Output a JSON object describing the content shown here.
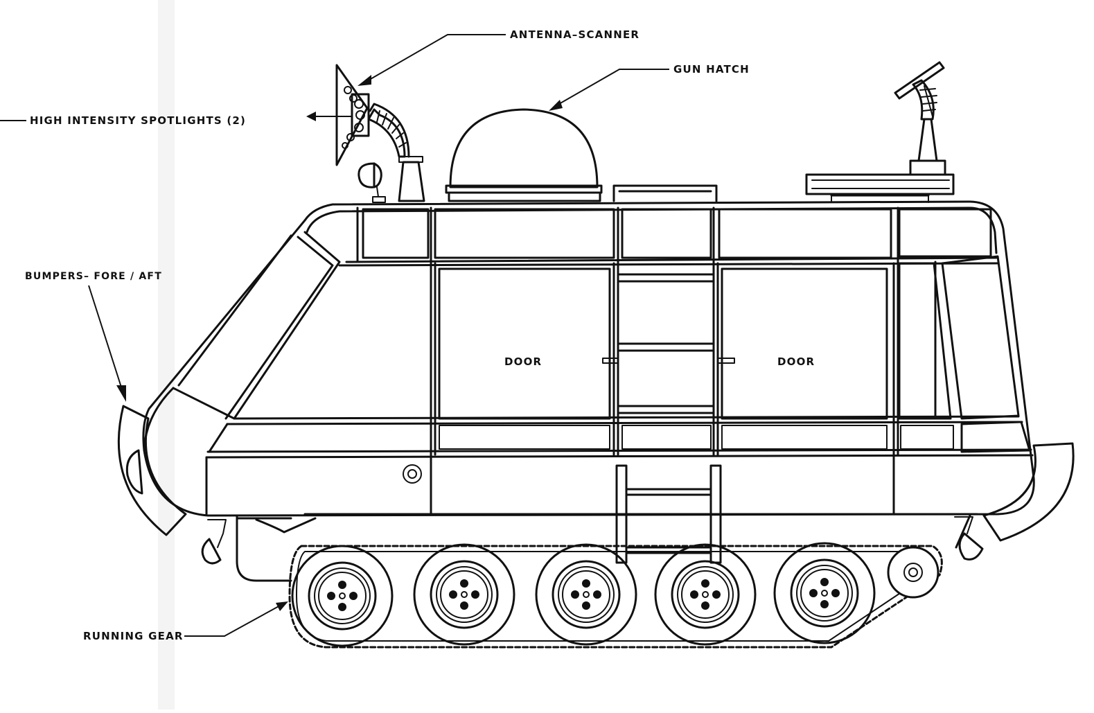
{
  "labels": {
    "antenna": "ANTENNA–SCANNER",
    "gun_hatch": "GUN HATCH",
    "spotlights": "HIGH INTENSITY SPOTLIGHTS (2)",
    "bumpers": "BUMPERS– FORE / AFT",
    "door_left": "DOOR",
    "door_right": "DOOR",
    "running_gear": "RUNNING GEAR"
  },
  "colors": {
    "ink": "#111111",
    "paper": "#ffffff"
  }
}
